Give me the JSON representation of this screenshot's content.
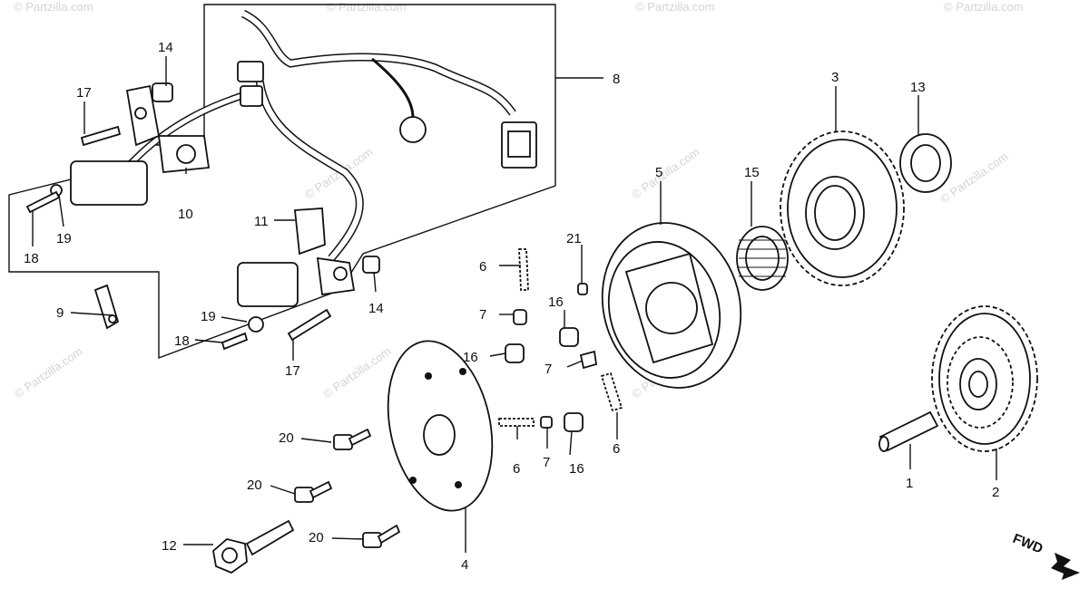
{
  "diagram": {
    "watermark": "© Partzilla.com",
    "direction_label": "FWD",
    "callouts": [
      {
        "id": "c1",
        "text": "1"
      },
      {
        "id": "c2",
        "text": "2"
      },
      {
        "id": "c3",
        "text": "3"
      },
      {
        "id": "c4",
        "text": "4"
      },
      {
        "id": "c5",
        "text": "5"
      },
      {
        "id": "c6a",
        "text": "6"
      },
      {
        "id": "c6b",
        "text": "6"
      },
      {
        "id": "c6c",
        "text": "6"
      },
      {
        "id": "c7a",
        "text": "7"
      },
      {
        "id": "c7b",
        "text": "7"
      },
      {
        "id": "c7c",
        "text": "7"
      },
      {
        "id": "c8",
        "text": "8"
      },
      {
        "id": "c9",
        "text": "9"
      },
      {
        "id": "c10",
        "text": "10"
      },
      {
        "id": "c11",
        "text": "11"
      },
      {
        "id": "c12",
        "text": "12"
      },
      {
        "id": "c13",
        "text": "13"
      },
      {
        "id": "c14a",
        "text": "14"
      },
      {
        "id": "c14b",
        "text": "14"
      },
      {
        "id": "c15",
        "text": "15"
      },
      {
        "id": "c16a",
        "text": "16"
      },
      {
        "id": "c16b",
        "text": "16"
      },
      {
        "id": "c16c",
        "text": "16"
      },
      {
        "id": "c17a",
        "text": "17"
      },
      {
        "id": "c17b",
        "text": "17"
      },
      {
        "id": "c18a",
        "text": "18"
      },
      {
        "id": "c18b",
        "text": "18"
      },
      {
        "id": "c19a",
        "text": "19"
      },
      {
        "id": "c19b",
        "text": "19"
      },
      {
        "id": "c20a",
        "text": "20"
      },
      {
        "id": "c20b",
        "text": "20"
      },
      {
        "id": "c20c",
        "text": "20"
      },
      {
        "id": "c21",
        "text": "21"
      }
    ]
  }
}
